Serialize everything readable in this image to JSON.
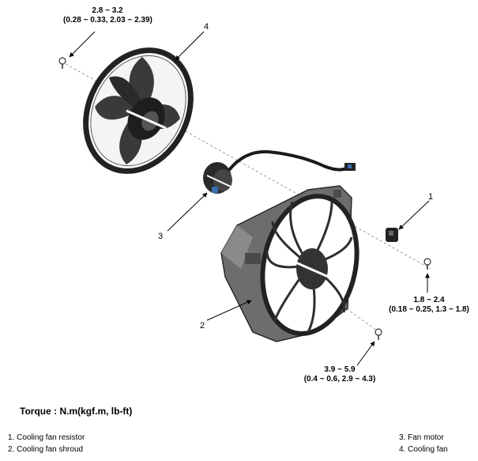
{
  "torque_specs": [
    {
      "id": "fan",
      "value": "2.8 ~ 3.2",
      "conversions": "(0.28 ~ 0.33, 2.03 ~ 2.39)"
    },
    {
      "id": "resistor",
      "value": "1.8 ~ 2.4",
      "conversions": "(0.18 ~ 0.25, 1.3 ~ 1.8)"
    },
    {
      "id": "shroud",
      "value": "3.9 ~ 5.9",
      "conversions": "(0.4 ~ 0.6, 2.9 ~ 4.3)"
    }
  ],
  "callouts": [
    "1",
    "2",
    "3",
    "4"
  ],
  "torque_label": "Torque : N.m(kgf.m, lb-ft)",
  "legend": [
    "1. Cooling fan resistor",
    "2. Cooling fan shroud",
    "3. Fan motor",
    "4. Cooling fan"
  ]
}
